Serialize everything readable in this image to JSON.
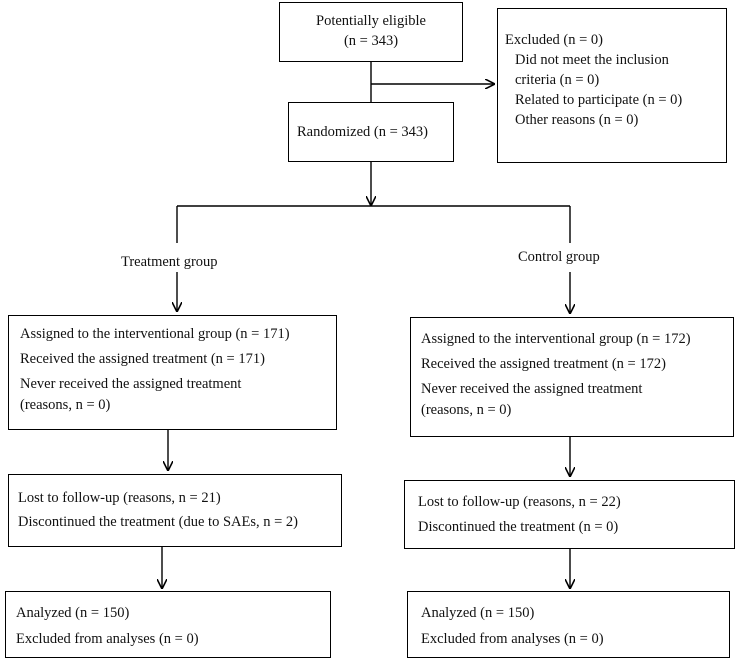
{
  "eligible": {
    "line1": "Potentially eligible",
    "line2": "(n = 343)"
  },
  "excluded": {
    "title": "Excluded (n = 0)",
    "items": [
      "Did not meet the inclusion",
      "criteria (n = 0)",
      "Related to participate (n = 0)",
      "Other reasons (n = 0)"
    ]
  },
  "randomized": {
    "label": "Randomized (n = 343)"
  },
  "groups": {
    "treatment": {
      "title": "Treatment group",
      "allocation": [
        "Assigned to the interventional group (n = 171)",
        "Received the assigned treatment (n = 171)",
        "Never received the assigned treatment",
        "(reasons, n = 0)"
      ],
      "followup": [
        "Lost to follow-up (reasons, n = 21)",
        "Discontinued the treatment (due to SAEs, n = 2)"
      ],
      "analysis": [
        "Analyzed (n = 150)",
        "Excluded from analyses (n = 0)"
      ]
    },
    "control": {
      "title": "Control group",
      "allocation": [
        "Assigned to the interventional group (n = 172)",
        "Received the assigned treatment (n = 172)",
        "Never received the assigned treatment",
        "(reasons, n = 0)"
      ],
      "followup": [
        "Lost to follow-up (reasons, n = 22)",
        "Discontinued the treatment (n = 0)"
      ],
      "analysis": [
        "Analyzed (n = 150)",
        "Excluded from analyses (n = 0)"
      ]
    }
  }
}
